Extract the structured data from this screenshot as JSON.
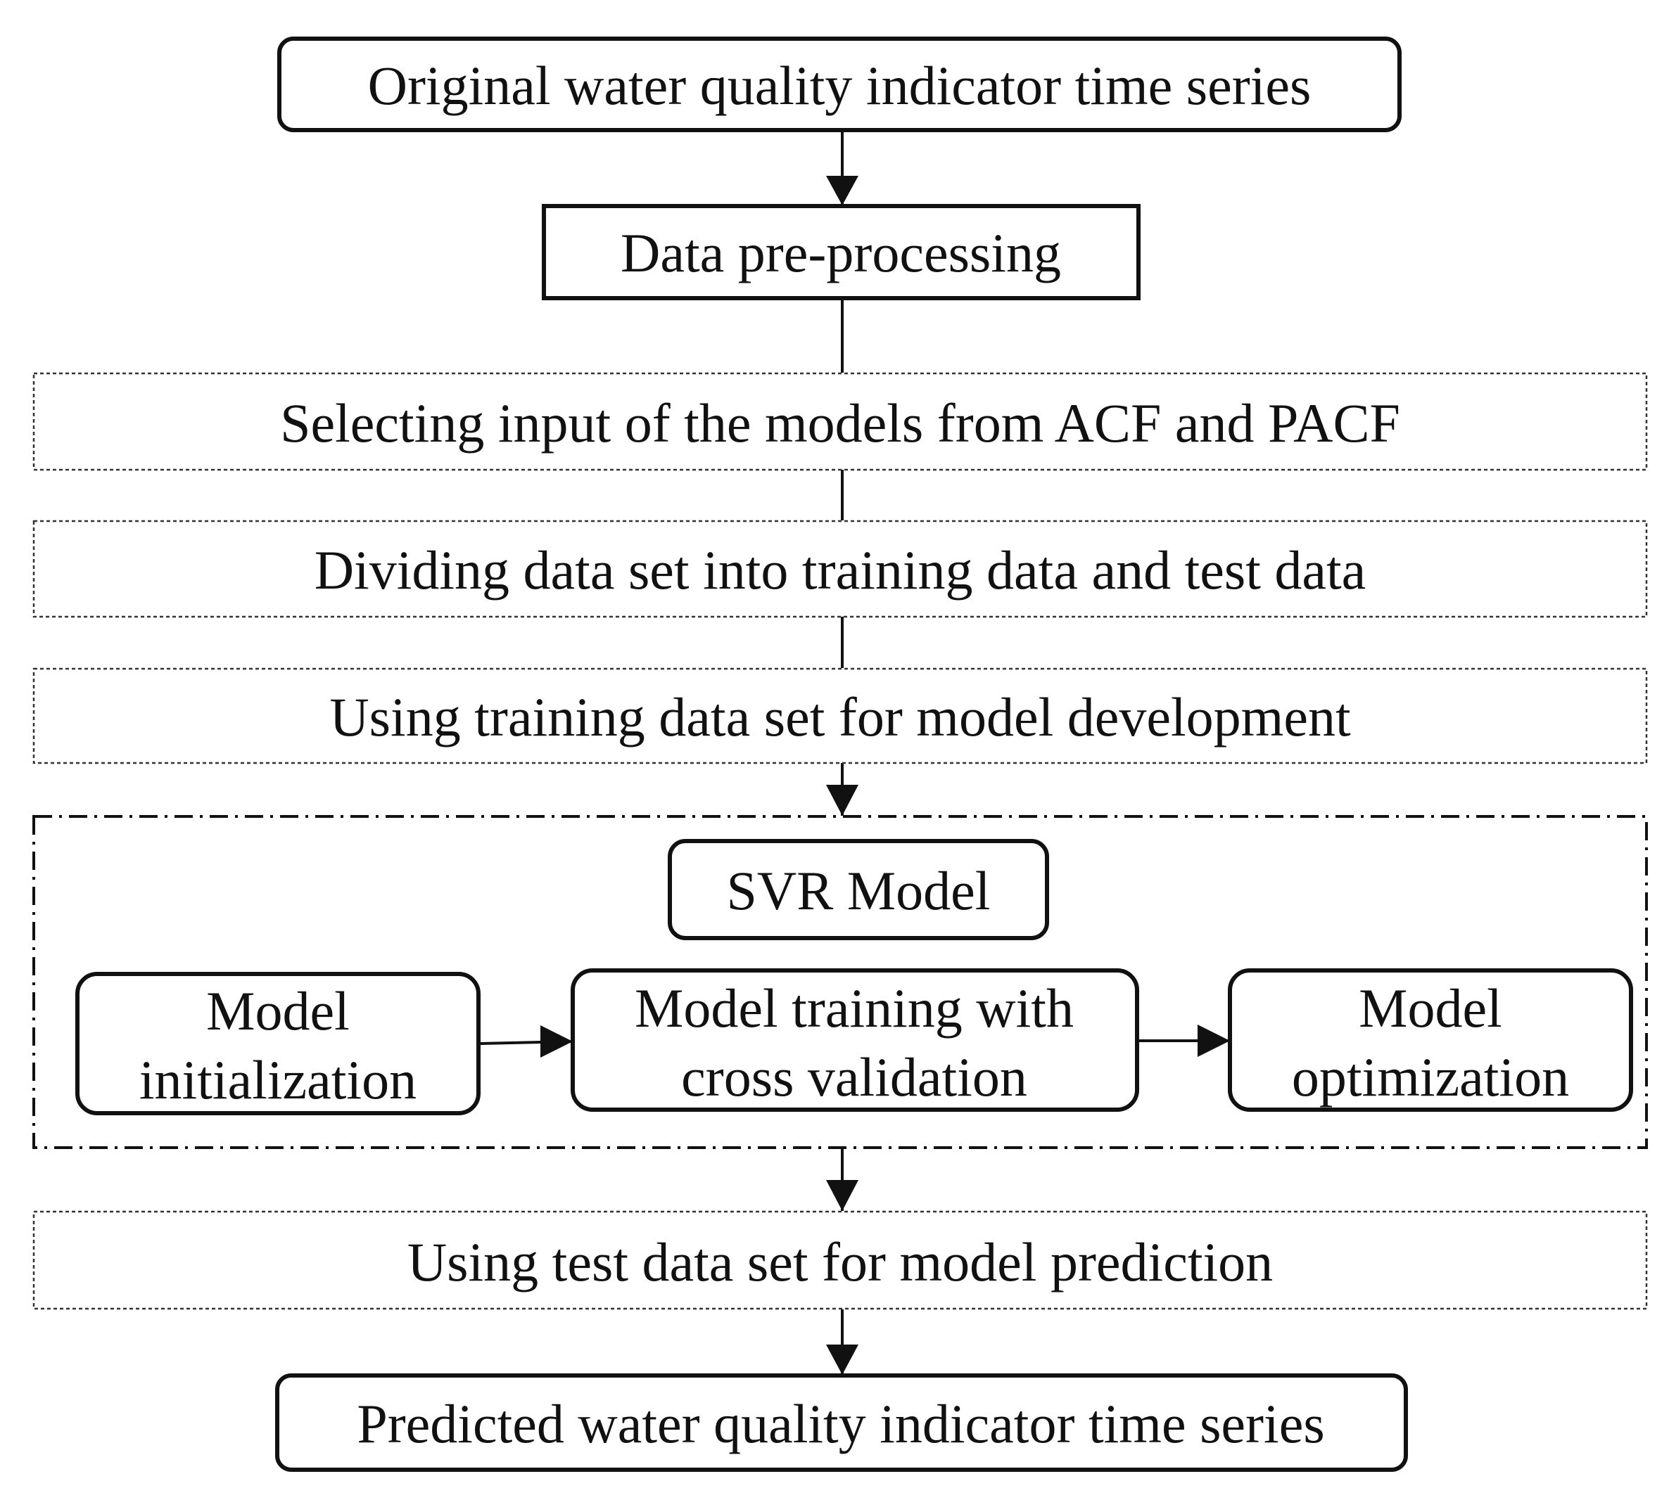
{
  "diagram": {
    "start": {
      "label": "Original water quality indicator time series"
    },
    "preprocess": {
      "label": "Data pre-processing"
    },
    "select_input": {
      "label": "Selecting input of the models from ACF and PACF"
    },
    "divide": {
      "label": "Dividing data set into training data and test data"
    },
    "training_set": {
      "label": "Using training data set for model development"
    },
    "svr_group": {
      "title": "SVR Model",
      "init": {
        "line1": "Model",
        "line2": "initialization"
      },
      "train": {
        "line1": "Model training with",
        "line2": "cross validation"
      },
      "optimize": {
        "line1": "Model",
        "line2": "optimization"
      }
    },
    "test_set": {
      "label": "Using test data set for model prediction"
    },
    "end": {
      "label": "Predicted water quality indicator time series"
    }
  }
}
